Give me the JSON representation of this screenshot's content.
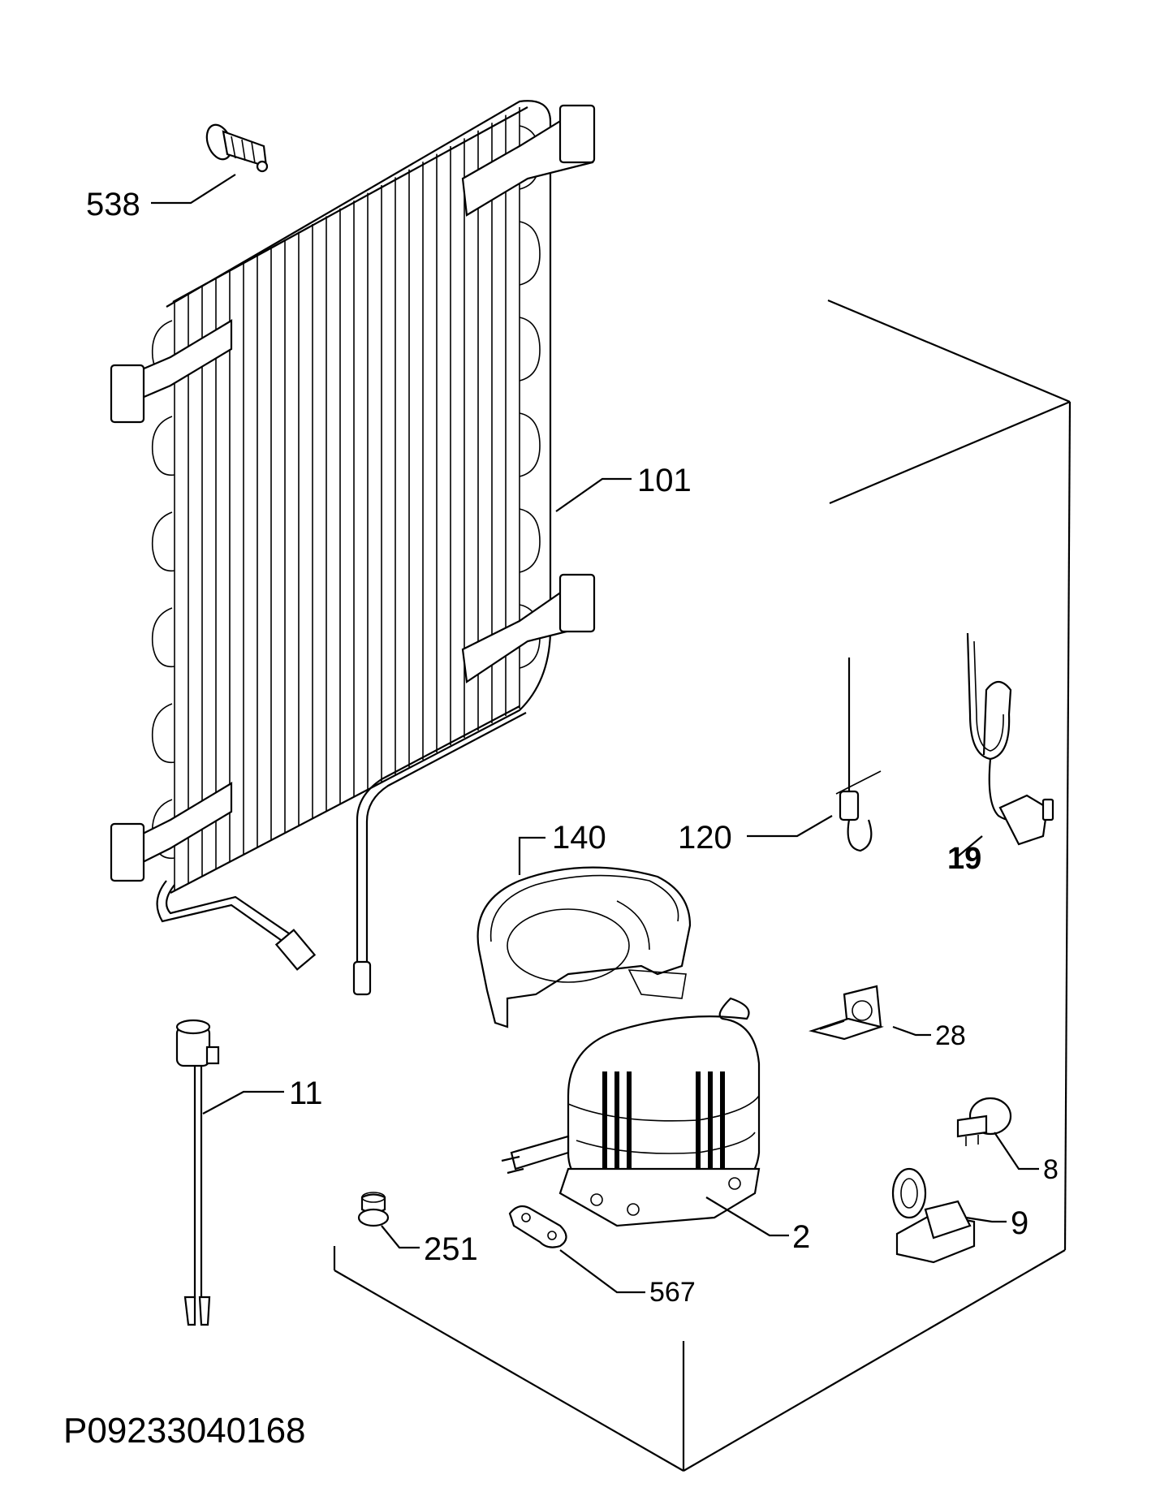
{
  "labels": {
    "p538": "538",
    "p101": "101",
    "p140": "140",
    "p120": "120",
    "p19": "19",
    "p28": "28",
    "p11": "11",
    "p8": "8",
    "p9": "9",
    "p2": "2",
    "p251": "251",
    "p567": "567"
  },
  "reference_code": "P09233040168"
}
